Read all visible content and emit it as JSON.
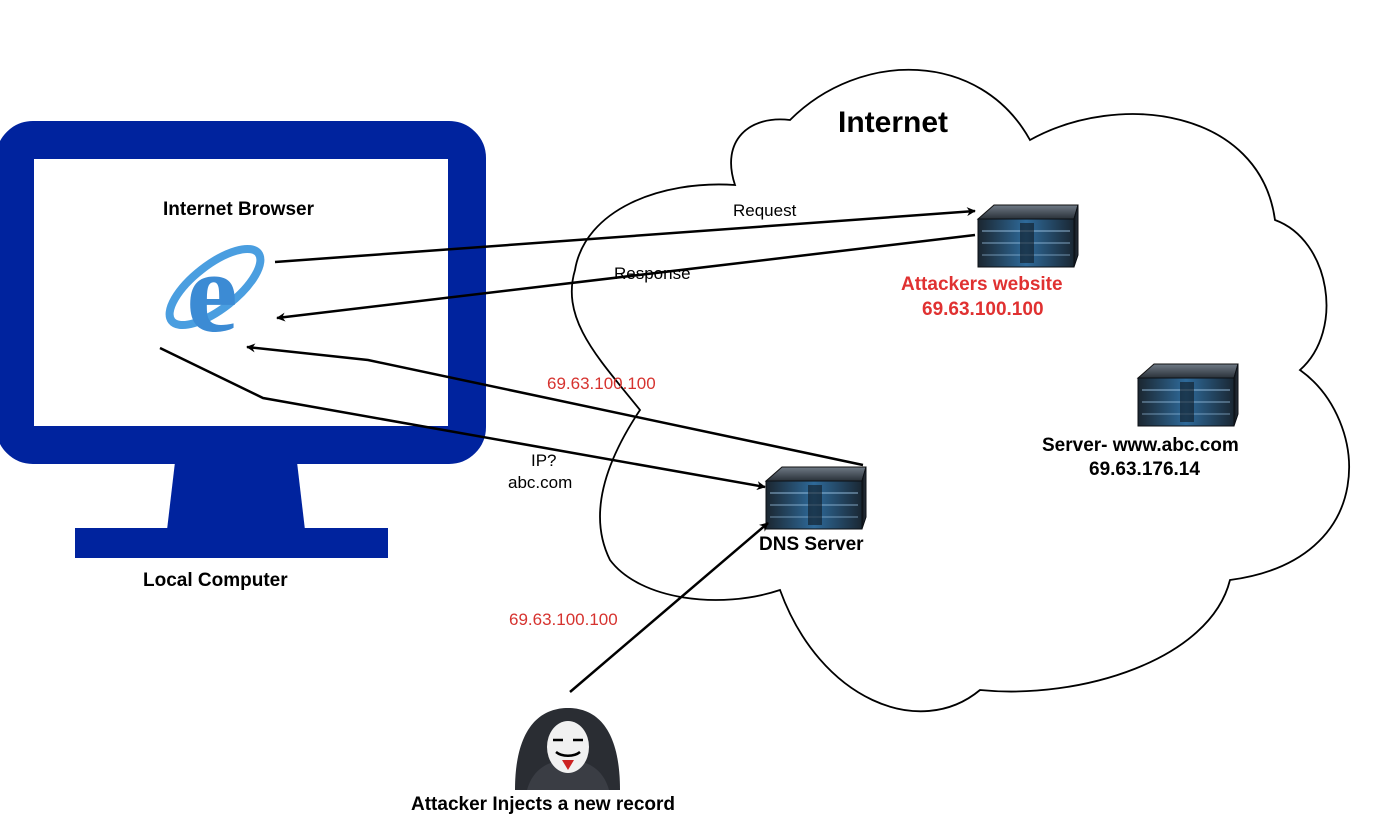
{
  "cloud": {
    "title": "Internet"
  },
  "computer": {
    "app_label": "Internet Browser",
    "label": "Local Computer",
    "browser_icon": "internet-explorer-icon"
  },
  "attacker_site": {
    "name": "Attackers website",
    "ip": "69.63.100.100",
    "icon": "server-icon"
  },
  "legit_server": {
    "name": "Server- www.abc.com",
    "ip": "69.63.176.14",
    "icon": "server-icon"
  },
  "dns_server": {
    "name": "DNS Server",
    "icon": "server-icon"
  },
  "attacker": {
    "label": "Attacker Injects a new record",
    "icon": "hacker-mask-icon"
  },
  "arrows": {
    "request": "Request",
    "response": "Response",
    "dns_reply": "69.63.100.100",
    "query_line1": "IP?",
    "query_line2": "abc.com",
    "inject_record": "69.63.100.100"
  },
  "colors": {
    "monitor": "#00239e",
    "ie_blue": "#3c8bd4",
    "alert_red": "#e03131",
    "annotation_red": "#d6332f"
  }
}
